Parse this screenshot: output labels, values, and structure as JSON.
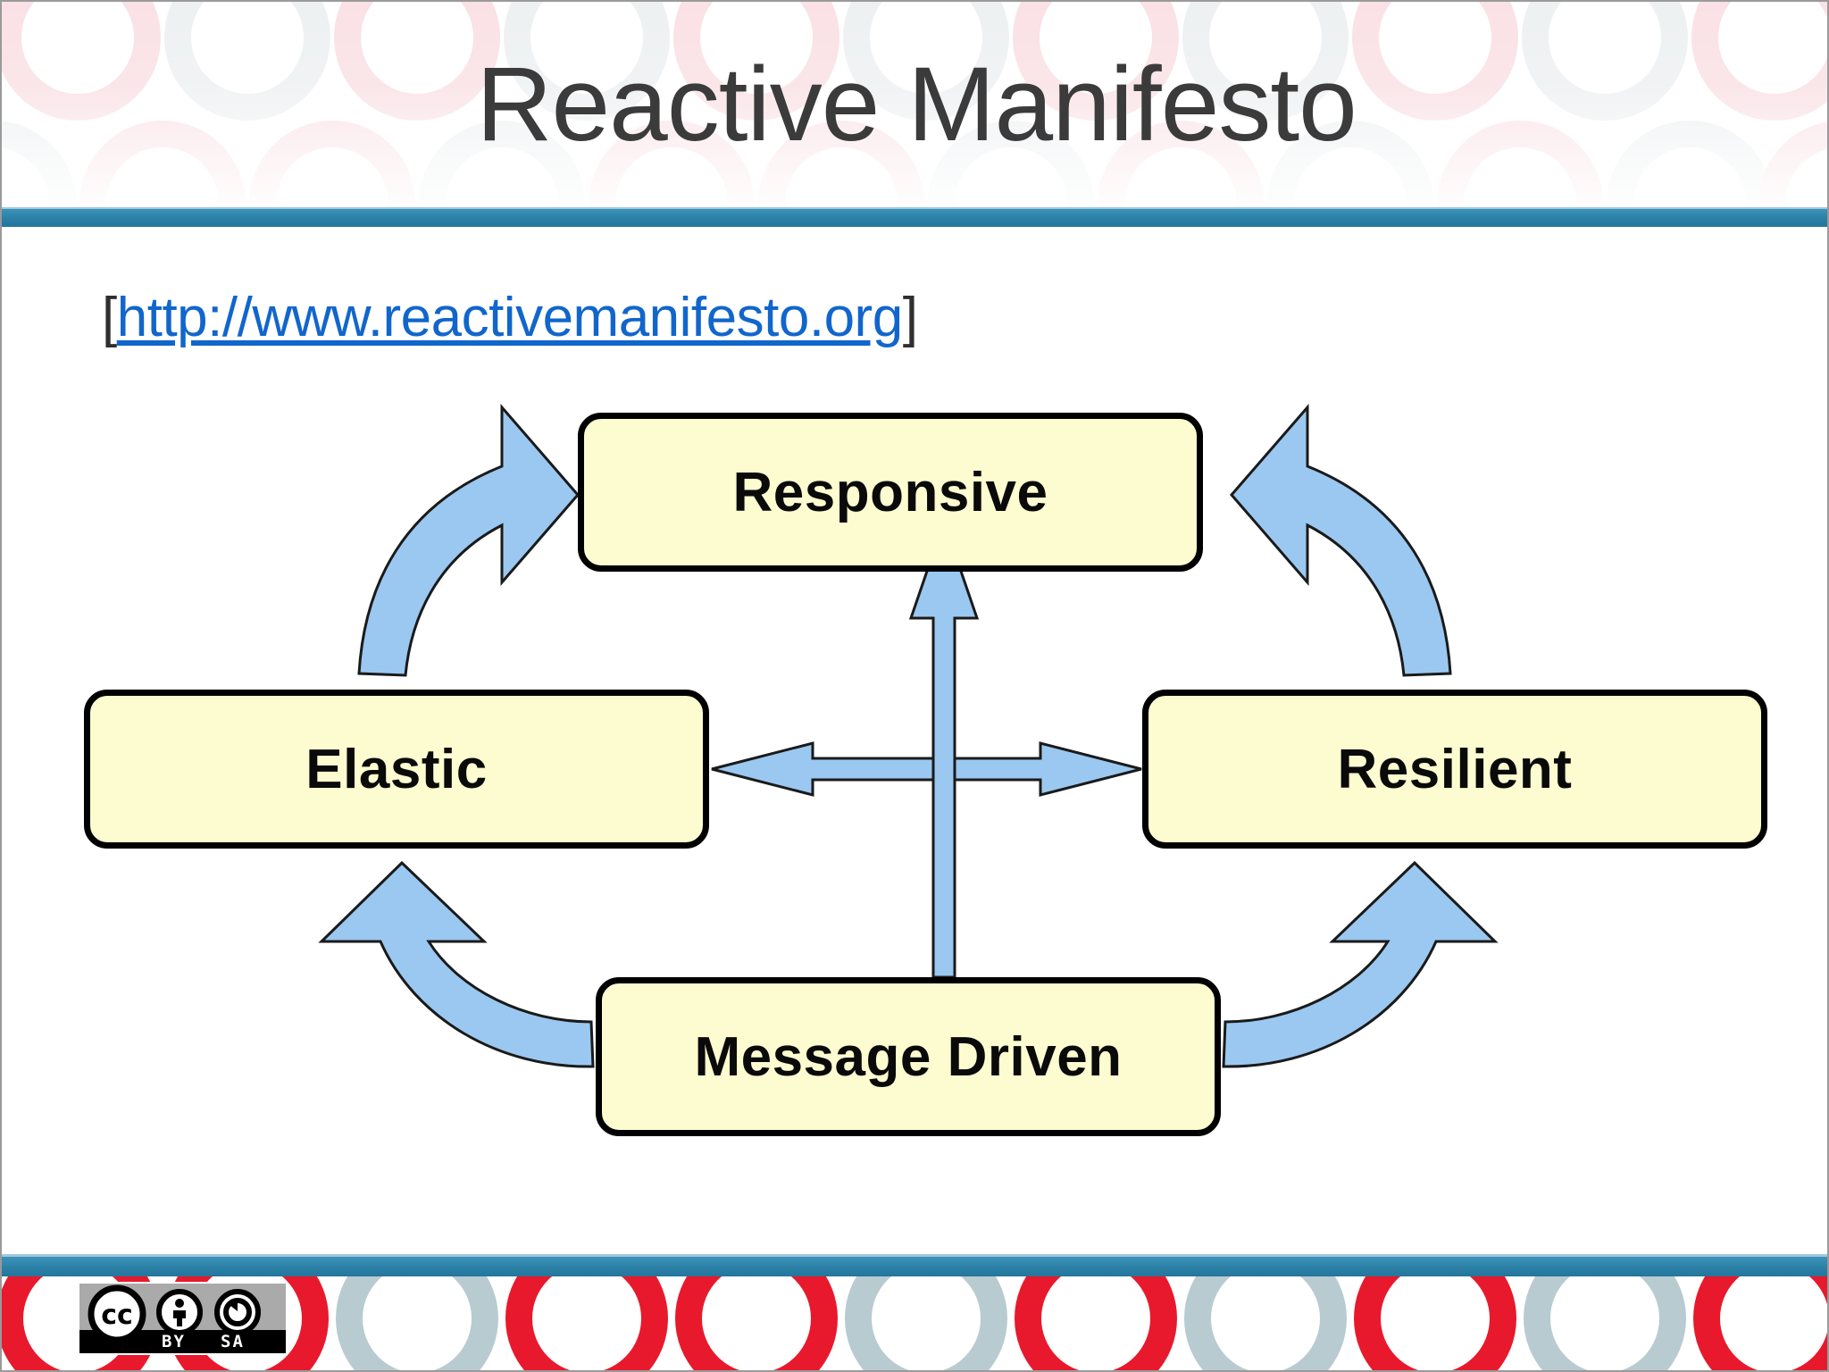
{
  "slide": {
    "title": "Reactive Manifesto",
    "url_open_bracket": "[",
    "url_text": "http://www.reactivemanifesto.org",
    "url_close_bracket": "]"
  },
  "colors": {
    "accent_bar": "#2c82a9",
    "node_fill": "#fdfbd0",
    "node_border": "#000000",
    "arrow_fill": "#9ac8f0",
    "arrow_stroke": "#1a1a1a",
    "link": "#1166cc",
    "title": "#3b3b3b",
    "footer_circle_red": "#e8192c",
    "footer_circle_gray": "#b8cbd0",
    "header_circle_pink": "#f7d4da",
    "header_circle_gray": "#e4e8ea"
  },
  "diagram": {
    "type": "cycle-diagram",
    "nodes": [
      {
        "id": "responsive",
        "label": "Responsive"
      },
      {
        "id": "elastic",
        "label": "Elastic"
      },
      {
        "id": "resilient",
        "label": "Resilient"
      },
      {
        "id": "message",
        "label": "Message Driven"
      }
    ],
    "edges": [
      {
        "from": "elastic",
        "to": "responsive",
        "style": "curved",
        "heads": "single"
      },
      {
        "from": "resilient",
        "to": "responsive",
        "style": "curved",
        "heads": "single"
      },
      {
        "from": "message",
        "to": "elastic",
        "style": "curved",
        "heads": "single"
      },
      {
        "from": "message",
        "to": "resilient",
        "style": "curved",
        "heads": "single"
      },
      {
        "from": "message",
        "to": "responsive",
        "style": "straight",
        "heads": "single"
      },
      {
        "from": "elastic",
        "to": "resilient",
        "style": "straight",
        "heads": "double"
      }
    ]
  },
  "footer": {
    "license_badge": {
      "mark": "cc",
      "terms": [
        "BY",
        "SA"
      ],
      "alt": "Creative Commons Attribution-ShareAlike"
    }
  }
}
